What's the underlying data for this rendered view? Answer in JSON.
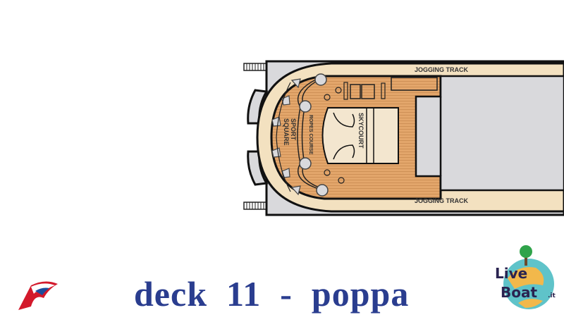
{
  "title": "deck  11  -  poppa",
  "areas": {
    "jogging_top": "JOGGING TRACK",
    "jogging_bottom": "JOGGING TRACK",
    "skycourt": "SKYCOURT",
    "ropes_course": "ROPES COURSE",
    "sport_square_line1": "SPORT",
    "sport_square_line2": "SQUARE"
  },
  "logos": {
    "carnival": "Carnival funnel logo",
    "liveboat": "LiveBoat.it"
  },
  "colors": {
    "title": "#2a3d8f",
    "deck_wood": "#e3a66b",
    "track": "#f3e1c0",
    "interior": "#d9d9dc"
  }
}
